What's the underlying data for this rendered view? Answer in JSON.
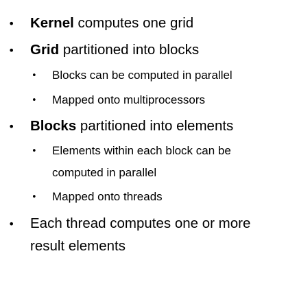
{
  "bullets": [
    {
      "level": 1,
      "bold": "Kernel",
      "rest": " computes one grid"
    },
    {
      "level": 1,
      "bold": "Grid",
      "rest": " partitioned into blocks"
    },
    {
      "level": 2,
      "bold": "",
      "rest": "Blocks can be computed in parallel"
    },
    {
      "level": 2,
      "bold": "",
      "rest": "Mapped onto multiprocessors"
    },
    {
      "level": 1,
      "bold": "Blocks",
      "rest": " partitioned into elements"
    },
    {
      "level": 2,
      "bold": "",
      "rest": "Elements within each block can be",
      "cont": "computed in parallel"
    },
    {
      "level": 2,
      "bold": "",
      "rest": "Mapped onto threads"
    },
    {
      "level": 1,
      "bold": "",
      "rest": "Each thread computes one or more",
      "cont": "result elements"
    }
  ],
  "bullet_char": "•"
}
